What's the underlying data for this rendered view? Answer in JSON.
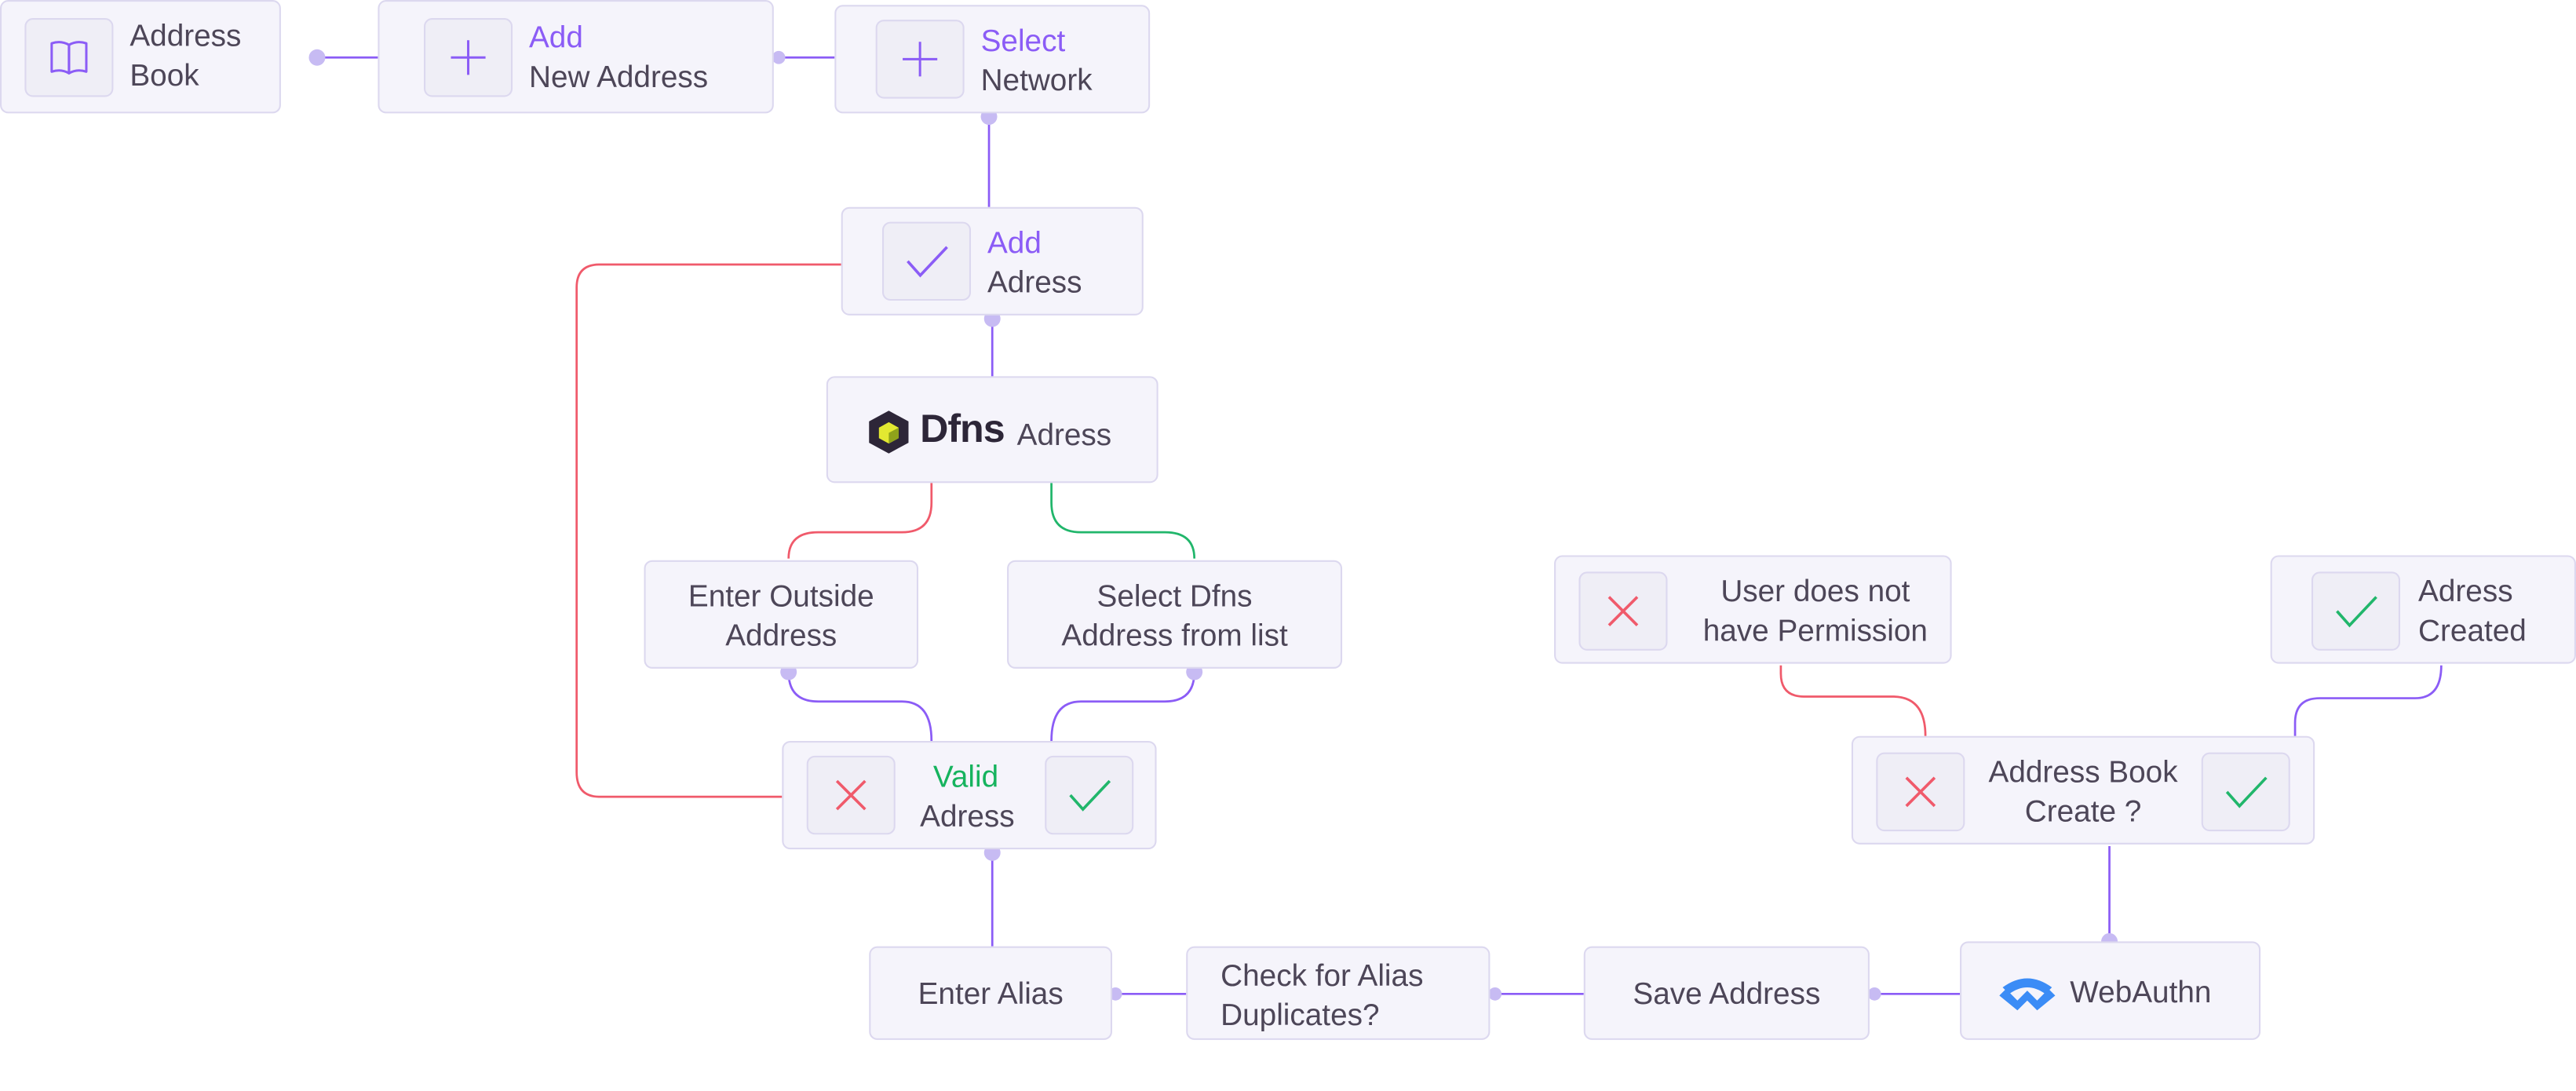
{
  "colors": {
    "purple": "#8b5cf6",
    "red": "#f05a6b",
    "green": "#21b66b",
    "node_bg": "#f5f4fb",
    "node_border": "#dcd8ef",
    "text": "#4d4658"
  },
  "nodes": {
    "address_book": {
      "l1": "Address",
      "l2": "Book",
      "icon": "book-icon"
    },
    "add_new_address": {
      "l1": "Add",
      "l2": "New Address",
      "icon": "plus-icon"
    },
    "select_network": {
      "l1": "Select",
      "l2": "Network",
      "icon": "plus-icon"
    },
    "add_adress": {
      "l1": "Add",
      "l2": "Adress",
      "icon": "check-icon"
    },
    "dfns_adress": {
      "logo_text": "Dfns",
      "label": "Adress",
      "icon": "dfns-logo-icon"
    },
    "enter_outside": {
      "l1": "Enter Outside",
      "l2": "Address"
    },
    "select_dfns": {
      "l1": "Select Dfns",
      "l2": "Address from list"
    },
    "valid_adress": {
      "l1": "Valid",
      "l2": "Adress"
    },
    "no_permission": {
      "l1": "User does not",
      "l2": "have Permission"
    },
    "adress_created": {
      "l1": "Adress",
      "l2": "Created"
    },
    "address_book_create": {
      "l1": "Address Book",
      "l2": "Create ?"
    },
    "enter_alias": {
      "label": "Enter Alias"
    },
    "check_alias": {
      "l1": "Check for Alias",
      "l2": "Duplicates?"
    },
    "save_address": {
      "label": "Save Address"
    },
    "webauthn": {
      "label": "WebAuthn",
      "icon": "walletconnect-icon"
    }
  }
}
